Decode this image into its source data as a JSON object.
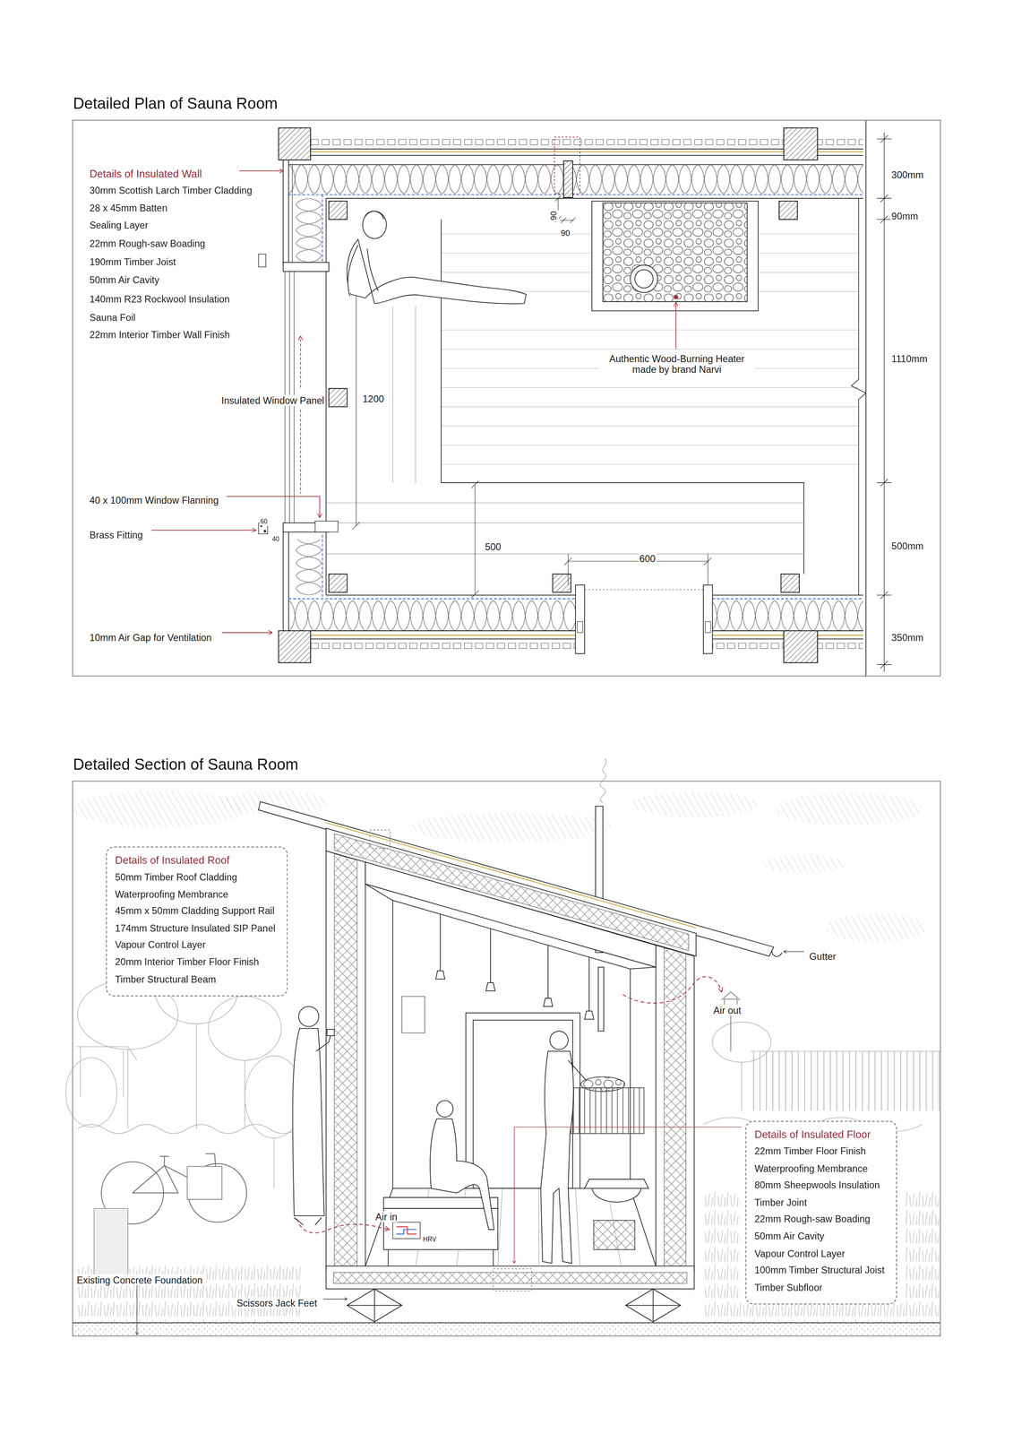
{
  "diagram": {
    "nodes": [
      {
        "text": [
          "Detailed Plan of Sauna Room"
        ]
      },
      {
        "text": [
          "Detailed Section of Sauna Room"
        ]
      },
      {
        "text": [
          "Details of Insulated Roof",
          "50mm Timber Roof Cladding",
          "Waterproofing Membrance",
          "45mm x 50mm Cladding Support Rail",
          "174mm Structure Insulated SIP Panel",
          "Vapour Control Layer",
          "20mm Interior Timber Floor Finish",
          "Timber Structural Beam"
        ],
        "in": 1
      },
      {
        "text": [
          "Details of Insulated Floor",
          "22mm Timber Floor Finish",
          "Waterproofing Membrance",
          "80mm Sheepwools Insulation",
          "Timber Joint",
          "22mm Rough-saw Boading",
          "50mm Air Cavity",
          "Vapour Control Layer",
          "100mm Timber Structural Joist",
          "Timber Subfloor"
        ],
        "in": 1
      }
    ],
    "labels": [
      "Details of Insulated Wall",
      "30mm Scottish Larch Timber Cladding",
      "28 x 45mm Batten",
      "Sealing Layer",
      "22mm Rough-saw Boading",
      "190mm Timber Joist",
      "50mm Air Cavity",
      "140mm R23 Rockwool Insulation",
      "Sauna Foil",
      "22mm Interior Timber Wall Finish",
      "Insulated Window Panel",
      "1200",
      "40 x 100mm Window Flanning",
      "Brass Fitting",
      "60",
      "40",
      "10mm Air Gap for Ventilation",
      "90",
      "90",
      "Authentic Wood-Burning Heater made by brand Narvi",
      "500",
      "600",
      "300mm",
      "90mm",
      "1110mm",
      "500mm",
      "350mm",
      "Gutter",
      "Air out",
      "Air in",
      "HRV",
      "Existing Concrete Foundation",
      "Scissors Jack Feet"
    ]
  }
}
